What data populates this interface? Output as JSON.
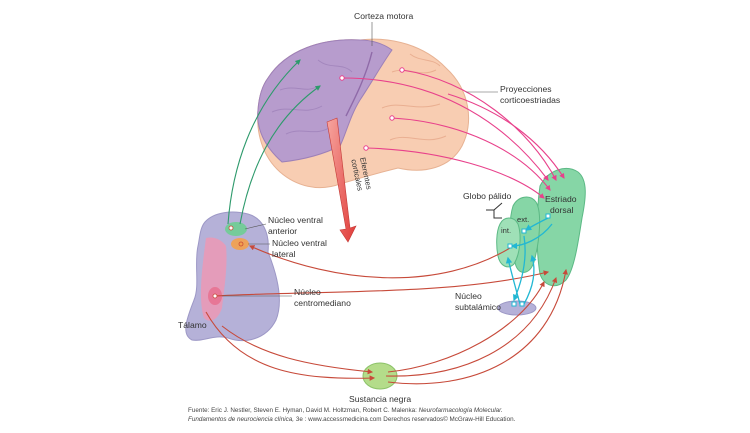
{
  "labels": {
    "motor_cortex": "Corteza motora",
    "corticostriatal_1": "Proyecciones",
    "corticostriatal_2": "corticoestriadas",
    "globus_pallidus": "Globo pálido",
    "ext": "ext.",
    "int": "int.",
    "dorsal_striatum_1": "Estriado",
    "dorsal_striatum_2": "dorsal",
    "cortical_efferents_1": "Eferentes",
    "cortical_efferents_2": "corticales",
    "va_nucleus_1": "Núcleo ventral",
    "va_nucleus_2": "anterior",
    "vl_nucleus_1": "Núcleo ventral",
    "vl_nucleus_2": "lateral",
    "cm_nucleus_1": "Núcleo",
    "cm_nucleus_2": "centromediano",
    "subthalamic_1": "Núcleo",
    "subthalamic_2": "subtalámico",
    "thalamus": "Tálamo",
    "substantia_nigra": "Sustancia negra"
  },
  "source": {
    "line1_prefix": "Fuente: Eric J. Nestler, Steven E. Hyman, David M. Holtzman, Robert C. Malenka:",
    "line1_italic": "Neurofarmacología Molecular.",
    "line2_italic": "Fundamentos de neurociencia clínica,",
    "line2_rest": "3e : www.accessmedicina.com Derechos reservados© McGraw-Hill Education."
  },
  "colors": {
    "motor_cortex": "#b79ccd",
    "cortex": "#f8cdb2",
    "corticostriatal": "#e8418b",
    "striatum": "#86d6a6",
    "thalamus": "#b5b1d8",
    "thalamic_projection": "#2e9a6c",
    "pathway": "#c74a3a",
    "internal_circuit": "#22b7d3",
    "efferent_arrow": "#e03b38"
  }
}
